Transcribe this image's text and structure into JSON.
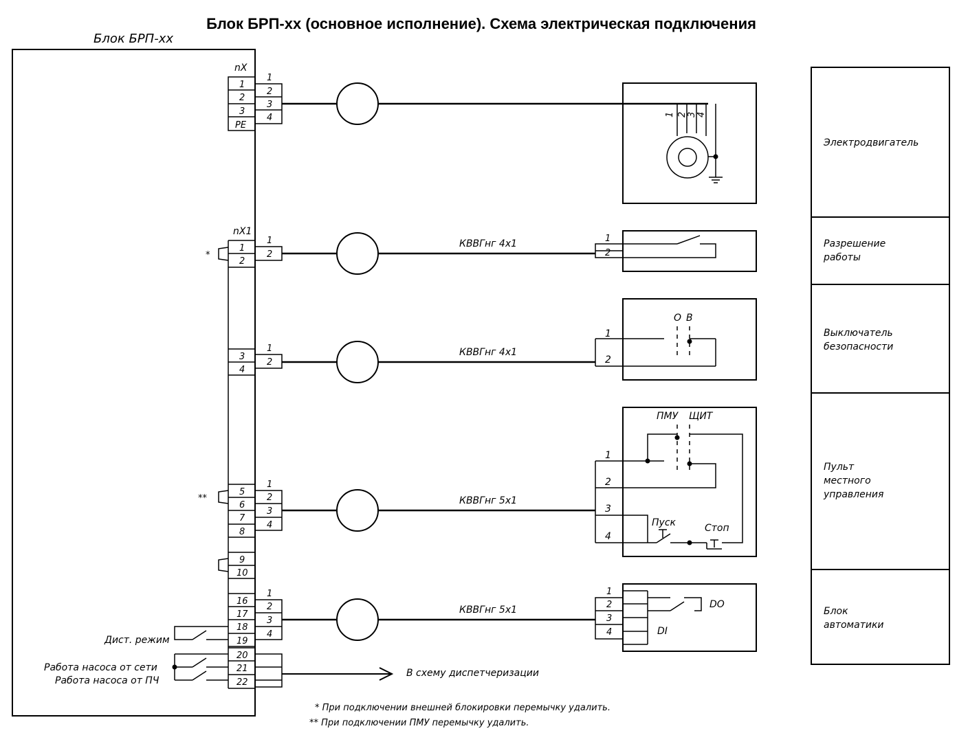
{
  "title": "Блок БРП-хх (основное исполнение). Схема электрическая подключения",
  "block_label": "Блок БРП-хх",
  "terminal_nx": {
    "label": "nX",
    "terminals": [
      "1",
      "2",
      "3",
      "PE"
    ],
    "wires": [
      "1",
      "2",
      "3",
      "4"
    ]
  },
  "terminal_nx1": {
    "label": "nX1",
    "group1": [
      "1",
      "2"
    ],
    "group2": [
      "3",
      "4"
    ],
    "group3": [
      "5",
      "6",
      "7",
      "8"
    ],
    "group4": [
      "9",
      "10"
    ],
    "group5": [
      "16",
      "17",
      "18",
      "19"
    ],
    "group6": [
      "20",
      "21",
      "22"
    ]
  },
  "wires": {
    "w12": [
      "1",
      "2"
    ],
    "w1234": [
      "1",
      "2",
      "3",
      "4"
    ]
  },
  "jumpers": {
    "single": "*",
    "double": "**"
  },
  "cables": {
    "c1": "КВВГнг 4х1",
    "c2": "КВВГнг 4х1",
    "c3": "КВВГнг 5х1",
    "c4": "КВВГнг 5х1"
  },
  "motor": {
    "wires": [
      "1",
      "2",
      "3",
      "4"
    ]
  },
  "enable": {
    "wires": [
      "1",
      "2"
    ]
  },
  "safety": {
    "wires": [
      "1",
      "2"
    ],
    "pos_off": "О",
    "pos_on": "В"
  },
  "pmu": {
    "wires": [
      "1",
      "2",
      "3",
      "4"
    ],
    "sel_local": "ПМУ",
    "sel_panel": "ЩИТ",
    "start": "Пуск",
    "stop": "Стоп"
  },
  "automatics": {
    "wires": [
      "1",
      "2",
      "3",
      "4"
    ],
    "do": "DO",
    "di": "DI"
  },
  "side_labels": {
    "remote_mode": "Дист. режим",
    "pump_mains": "Работа насоса от сети",
    "pump_vfd": "Работа насоса от ПЧ",
    "dispatch": "В схему диспетчеризации"
  },
  "legend": {
    "motor": [
      "Электродвигатель"
    ],
    "enable": [
      "Разрешение",
      "работы"
    ],
    "safety": [
      "Выключатель",
      "безопасности"
    ],
    "pmu": [
      "Пульт",
      "местного",
      "управления"
    ],
    "automatics": [
      "Блок",
      "автоматики"
    ]
  },
  "notes": {
    "n1": "* При подключении внешней блокировки перемычку удалить.",
    "n2": "** При подключении ПМУ перемычку удалить."
  }
}
